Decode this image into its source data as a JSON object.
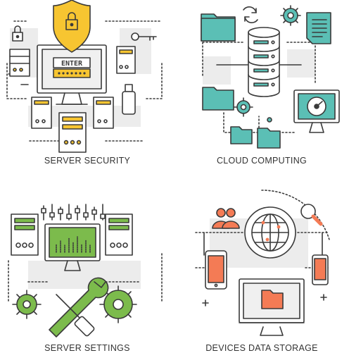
{
  "panels": {
    "server_security": {
      "caption": "SERVER SECURITY",
      "enter_label": "ENTER"
    },
    "cloud_computing": {
      "caption": "CLOUD COMPUTING"
    },
    "server_settings": {
      "caption": "SERVER SETTINGS"
    },
    "devices_data_storage": {
      "caption": "DEVICES DATA STORAGE"
    }
  },
  "colors": {
    "outline": "#3a3a3a",
    "yellow": "#f7c531",
    "teal": "#5bbfb5",
    "green": "#7cbb4c",
    "orange": "#f47b55",
    "light_gray": "#e8e8e8"
  },
  "icons": [
    "shield-lock-icon",
    "padlock-icon",
    "key-icon",
    "usb-drive-icon",
    "folder-icon",
    "refresh-icon",
    "gear-icon",
    "document-icon",
    "database-icon",
    "speedometer-icon",
    "equalizer-icon",
    "wrench-icon",
    "screwdriver-icon",
    "users-icon",
    "magnifier-icon",
    "globe-icon",
    "smartphone-icon",
    "tablet-icon"
  ]
}
